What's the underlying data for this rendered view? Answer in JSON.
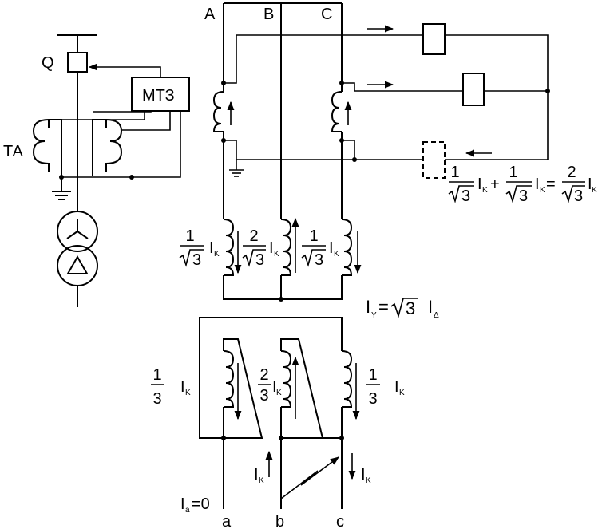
{
  "labels": {
    "phase_a_top": "A",
    "phase_b_top": "B",
    "phase_c_top": "C",
    "phase_a_bottom": "a",
    "phase_b_bottom": "b",
    "phase_c_bottom": "c",
    "breaker": "Q",
    "relay": "МТЗ",
    "ct": "ТА"
  },
  "relay_sum": {
    "f1_num": "1",
    "f1_den": "3",
    "i1": "I",
    "i1_sub": "K",
    "plus": "+",
    "f2_num": "1",
    "f2_den": "3",
    "i2": "I",
    "i2_sub": "K",
    "eq": "=",
    "f3_num": "2",
    "f3_den": "3",
    "i3": "I",
    "i3_sub": "K"
  },
  "star_currents": {
    "a_num": "1",
    "a_den": "3",
    "a_i": "I",
    "a_sub": "K",
    "b_num": "2",
    "b_den": "3",
    "b_i": "I",
    "b_sub": "K",
    "c_num": "1",
    "c_den": "3",
    "c_i": "I",
    "c_sub": "K"
  },
  "ratio_formula": {
    "lhs": "I",
    "lhs_sub": "Y",
    "eq": "=",
    "root_arg": "3",
    "rhs": "I",
    "rhs_sub": "Δ"
  },
  "delta_currents": {
    "a_num": "1",
    "a_den": "3",
    "a_i": "I",
    "a_sub": "K",
    "b_num": "2",
    "b_den": "3",
    "b_i": "I",
    "b_sub": "K",
    "c_num": "1",
    "c_den": "3",
    "c_i": "I",
    "c_sub": "K"
  },
  "fault_currents": {
    "ib": "I",
    "ib_sub": "K",
    "ic": "I",
    "ic_sub": "K",
    "ia": "I",
    "ia_sub": "a",
    "ia_val": "=0"
  }
}
